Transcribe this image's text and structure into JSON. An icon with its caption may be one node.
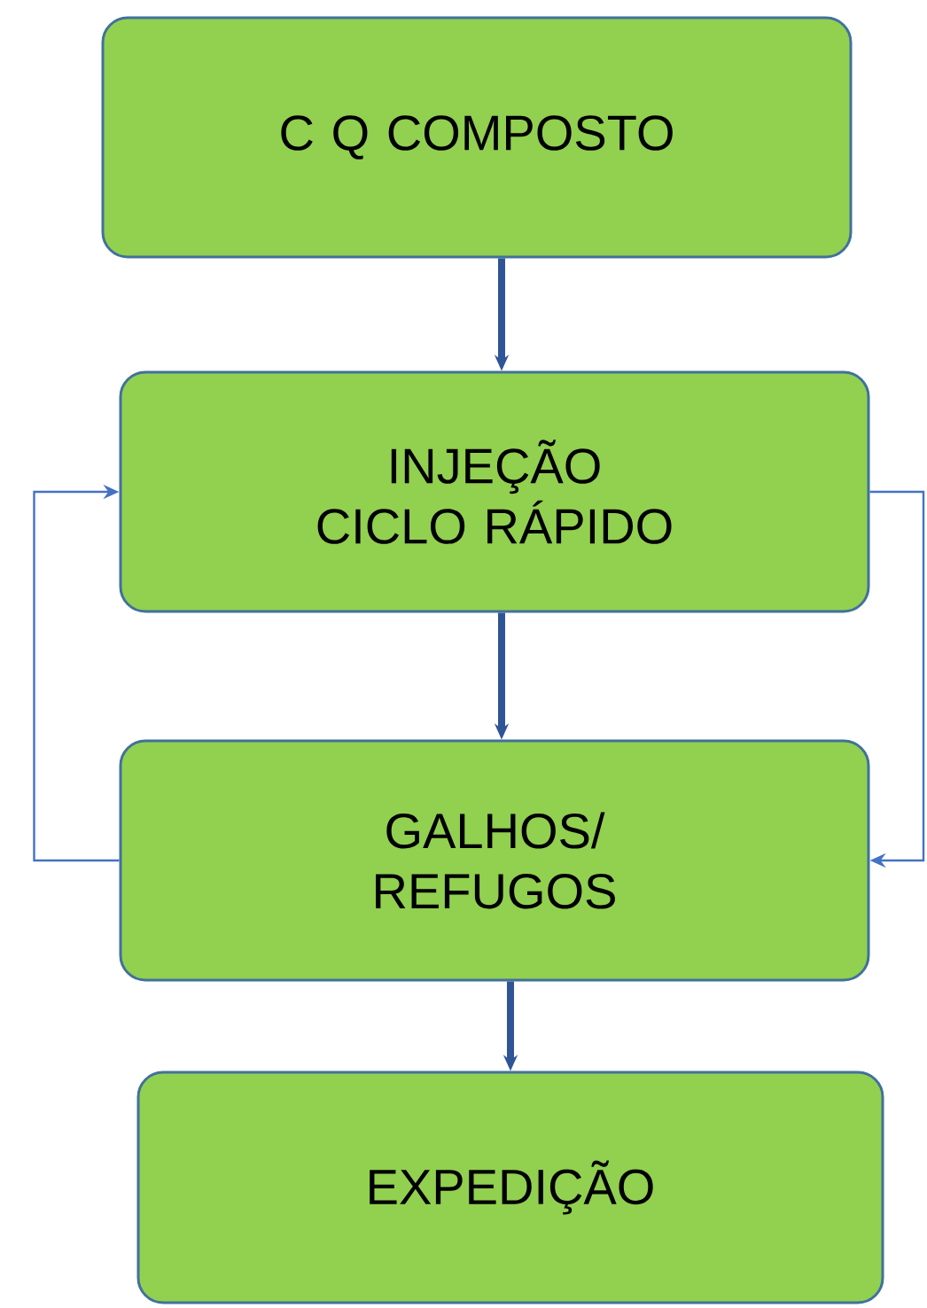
{
  "diagram": {
    "nodes": [
      {
        "text": [
          "C Q COMPOSTO"
        ]
      },
      {
        "text": [
          "INJEÇÃO CICLO RÁPIDO"
        ]
      },
      {
        "text": [
          "GALHOS/ REFUGOS"
        ]
      },
      {
        "text": [
          "EXPEDIÇÃO"
        ]
      }
    ],
    "edges": [
      {
        "from": 0,
        "to": 1,
        "arrow": "to"
      },
      {
        "from": 1,
        "to": 2,
        "arrow": "to"
      },
      {
        "from": 2,
        "to": 3,
        "arrow": "to"
      },
      {
        "from": 2,
        "to": 1,
        "arrow": "to",
        "color": "#4472c4"
      },
      {
        "from": 1,
        "to": 2,
        "arrow": "to",
        "color": "#4472c4"
      }
    ]
  }
}
